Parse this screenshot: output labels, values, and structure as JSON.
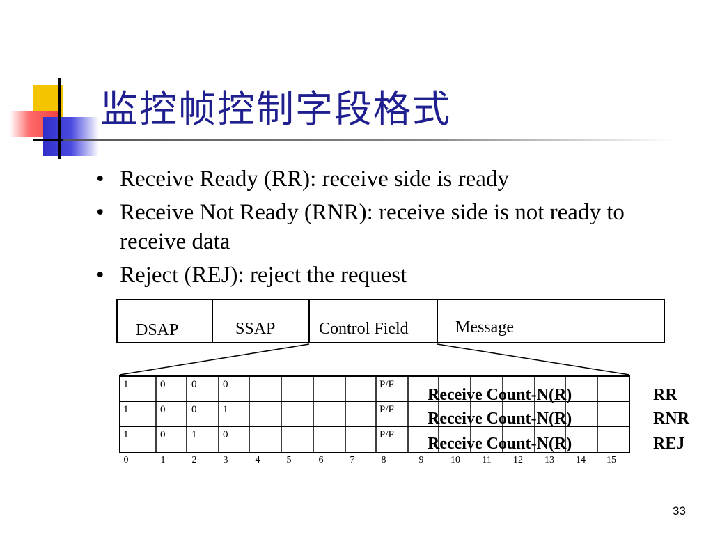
{
  "slide": {
    "title": "监控帧控制字段格式",
    "bullets": [
      "Receive Ready (RR): receive side is ready",
      "Receive Not Ready (RNR): receive side is not ready to receive data",
      "Reject (REJ): reject the request"
    ],
    "page_number": "33"
  },
  "frame": {
    "fields": [
      "DSAP",
      "SSAP",
      "Control Field",
      "Message"
    ]
  },
  "control_table": {
    "rows": [
      {
        "bits": [
          "1",
          "0",
          "0",
          "0"
        ],
        "pf": "P/F",
        "count": "Receive Count-N(R)",
        "label": "RR"
      },
      {
        "bits": [
          "1",
          "0",
          "0",
          "1"
        ],
        "pf": "P/F",
        "count": "Receive Count-N(R)",
        "label": "RNR"
      },
      {
        "bits": [
          "1",
          "0",
          "1",
          "0"
        ],
        "pf": "P/F",
        "count": "Receive Count-N(R)",
        "label": "REJ"
      }
    ],
    "bit_positions": [
      "0",
      "1",
      "2",
      "3",
      "4",
      "5",
      "6",
      "7",
      "8",
      "9",
      "10",
      "11",
      "12",
      "13",
      "14",
      "15"
    ]
  }
}
